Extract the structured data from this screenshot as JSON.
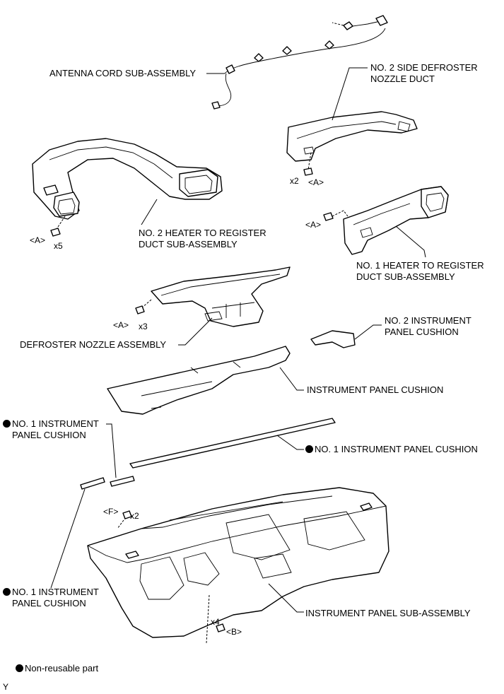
{
  "labels": {
    "antenna_cord": "ANTENNA CORD SUB-ASSEMBLY",
    "side_defroster_line1": "NO. 2 SIDE DEFROSTER",
    "side_defroster_line2": "NOZZLE DUCT",
    "no2_heater_line1": "NO. 2 HEATER TO REGISTER",
    "no2_heater_line2": "DUCT SUB-ASSEMBLY",
    "no1_heater_line1": "NO. 1 HEATER TO REGISTER",
    "no1_heater_line2": "DUCT SUB-ASSEMBLY",
    "defroster_nozzle": "DEFROSTER NOZZLE ASSEMBLY",
    "no2_cushion_line1": "NO. 2 INSTRUMENT",
    "no2_cushion_line2": "PANEL CUSHION",
    "panel_cushion": "INSTRUMENT PANEL CUSHION",
    "no1_cushion_top_line1": "NO. 1 INSTRUMENT",
    "no1_cushion_top_line2": "PANEL CUSHION",
    "no1_cushion_right": "NO. 1 INSTRUMENT PANEL CUSHION",
    "no1_cushion_bottom_line1": "NO. 1 INSTRUMENT",
    "no1_cushion_bottom_line2": "PANEL CUSHION",
    "panel_sub_assembly": "INSTRUMENT PANEL SUB-ASSEMBLY"
  },
  "fasteners": {
    "side_defroster_qty": "x2",
    "side_defroster_ref": "<A>",
    "no1_heater_ref": "<A>",
    "no2_heater_ref": "<A>",
    "no2_heater_qty": "x5",
    "defroster_ref": "<A>",
    "defroster_qty": "x3",
    "panel_top_ref": "<F>",
    "panel_top_qty": "x2",
    "panel_bottom_qty": "x4",
    "panel_bottom_ref": "<B>"
  },
  "legend": {
    "non_reusable": "Non-reusable part"
  },
  "corner_mark": "Y"
}
